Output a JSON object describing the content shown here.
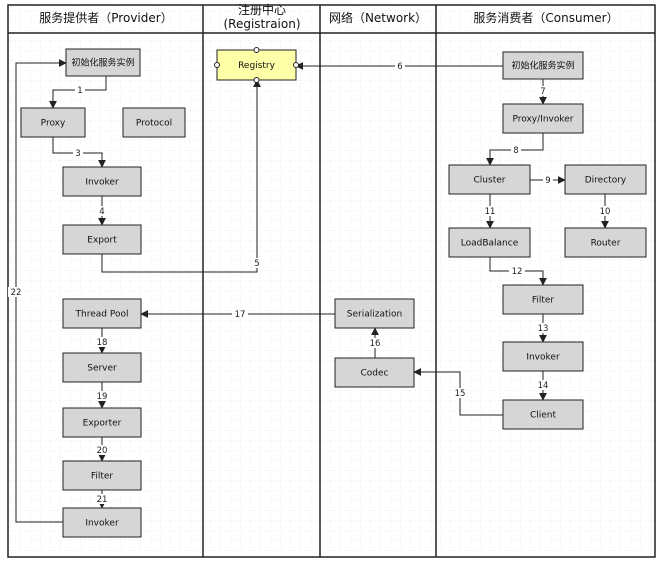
{
  "columns": [
    {
      "id": "provider",
      "title_lines": [
        "服务提供者（Provider）"
      ]
    },
    {
      "id": "registry",
      "title_lines": [
        "注册中心",
        "(Registraion)"
      ]
    },
    {
      "id": "network",
      "title_lines": [
        "网络（Network）"
      ]
    },
    {
      "id": "consumer",
      "title_lines": [
        "服务消费者（Consumer）"
      ]
    }
  ],
  "boxes": [
    {
      "id": "p-init",
      "label": "初始化服务实例"
    },
    {
      "id": "p-proxy",
      "label": "Proxy"
    },
    {
      "id": "p-protocol",
      "label": "Protocol"
    },
    {
      "id": "p-invoker",
      "label": "Invoker"
    },
    {
      "id": "p-export",
      "label": "Export"
    },
    {
      "id": "p-threadpool",
      "label": "Thread Pool"
    },
    {
      "id": "p-server",
      "label": "Server"
    },
    {
      "id": "p-exporter",
      "label": "Exporter"
    },
    {
      "id": "p-filter",
      "label": "Filter"
    },
    {
      "id": "p-invoker2",
      "label": "Invoker"
    },
    {
      "id": "r-registry",
      "label": "Registry"
    },
    {
      "id": "n-serialization",
      "label": "Serialization"
    },
    {
      "id": "n-codec",
      "label": "Codec"
    },
    {
      "id": "c-init",
      "label": "初始化服务实例"
    },
    {
      "id": "c-proxy",
      "label": "Proxy/Invoker"
    },
    {
      "id": "c-cluster",
      "label": "Cluster"
    },
    {
      "id": "c-directory",
      "label": "Directory"
    },
    {
      "id": "c-loadbalance",
      "label": "LoadBalance"
    },
    {
      "id": "c-router",
      "label": "Router"
    },
    {
      "id": "c-filter",
      "label": "Filter"
    },
    {
      "id": "c-invoker",
      "label": "Invoker"
    },
    {
      "id": "c-client",
      "label": "Client"
    }
  ],
  "edges": [
    {
      "id": "e1",
      "label": "1",
      "from": "p-init",
      "to": "p-proxy"
    },
    {
      "id": "e3",
      "label": "3",
      "from": "p-proxy",
      "to": "p-invoker"
    },
    {
      "id": "e4",
      "label": "4",
      "from": "p-invoker",
      "to": "p-export"
    },
    {
      "id": "e5",
      "label": "5",
      "from": "p-export",
      "to": "r-registry"
    },
    {
      "id": "e6",
      "label": "6",
      "from": "c-init",
      "to": "r-registry"
    },
    {
      "id": "e7",
      "label": "7",
      "from": "c-init",
      "to": "c-proxy"
    },
    {
      "id": "e8",
      "label": "8",
      "from": "c-proxy",
      "to": "c-cluster"
    },
    {
      "id": "e9",
      "label": "9",
      "from": "c-cluster",
      "to": "c-directory"
    },
    {
      "id": "e10",
      "label": "10",
      "from": "c-directory",
      "to": "c-router"
    },
    {
      "id": "e11",
      "label": "11",
      "from": "c-cluster",
      "to": "c-loadbalance"
    },
    {
      "id": "e12",
      "label": "12",
      "from": "c-loadbalance",
      "to": "c-filter"
    },
    {
      "id": "e13",
      "label": "13",
      "from": "c-filter",
      "to": "c-invoker"
    },
    {
      "id": "e14",
      "label": "14",
      "from": "c-invoker",
      "to": "c-client"
    },
    {
      "id": "e15",
      "label": "15",
      "from": "c-client",
      "to": "n-codec"
    },
    {
      "id": "e16",
      "label": "16",
      "from": "n-codec",
      "to": "n-serialization"
    },
    {
      "id": "e17",
      "label": "17",
      "from": "n-serialization",
      "to": "p-threadpool"
    },
    {
      "id": "e18",
      "label": "18",
      "from": "p-threadpool",
      "to": "p-server"
    },
    {
      "id": "e19",
      "label": "19",
      "from": "p-server",
      "to": "p-exporter"
    },
    {
      "id": "e20",
      "label": "20",
      "from": "p-exporter",
      "to": "p-filter"
    },
    {
      "id": "e21",
      "label": "21",
      "from": "p-filter",
      "to": "p-invoker2"
    },
    {
      "id": "e22",
      "label": "22",
      "from": "p-invoker2",
      "to": "p-init"
    }
  ],
  "colors": {
    "box_fill": "#d6d6d6",
    "box_stroke": "#222222",
    "registry_fill": "#ffffa8",
    "line": "#222222",
    "grid": "#d4d4d4",
    "frame": "#222222"
  }
}
